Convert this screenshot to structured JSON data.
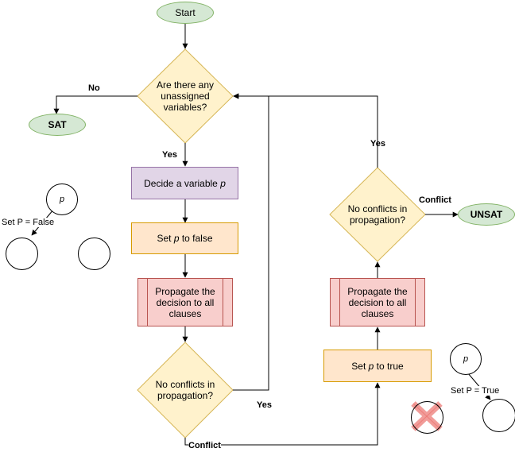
{
  "flowchart": {
    "start": "Start",
    "sat": "SAT",
    "unsat": "UNSAT",
    "decision_unassigned": "Are there any unassigned variables?",
    "decide_prefix": "Decide a variable ",
    "var": "p",
    "set_prefix": "Set ",
    "set_false_suffix": " to false",
    "set_true_suffix": " to true",
    "propagate_left": "Propagate the decision to all clauses",
    "conflicts_left": "No conflicts in propagation?",
    "propagate_right": "Propagate the decision to all clauses",
    "conflicts_right": "No conflicts in propagation?"
  },
  "edge_labels": {
    "no": "No",
    "yes_top": "Yes",
    "yes_right": "Yes",
    "yes_bottom": "Yes",
    "conflict_right": "Conflict",
    "conflict_bottom": "Conflict"
  },
  "trees": {
    "left": {
      "node": "p",
      "edge_label": "Set P = False"
    },
    "right": {
      "node": "p",
      "edge_label": "Set P = True"
    }
  },
  "colors": {
    "green_fill": "#d5e8d4",
    "green_stroke": "#82b366",
    "yellow_fill": "#fff2cc",
    "yellow_stroke": "#d6b656",
    "purple_fill": "#e1d5e7",
    "purple_stroke": "#9673a6",
    "orange_fill": "#ffe6cc",
    "orange_stroke": "#d79b00",
    "red_fill": "#f8cecc",
    "red_stroke": "#b85450"
  }
}
